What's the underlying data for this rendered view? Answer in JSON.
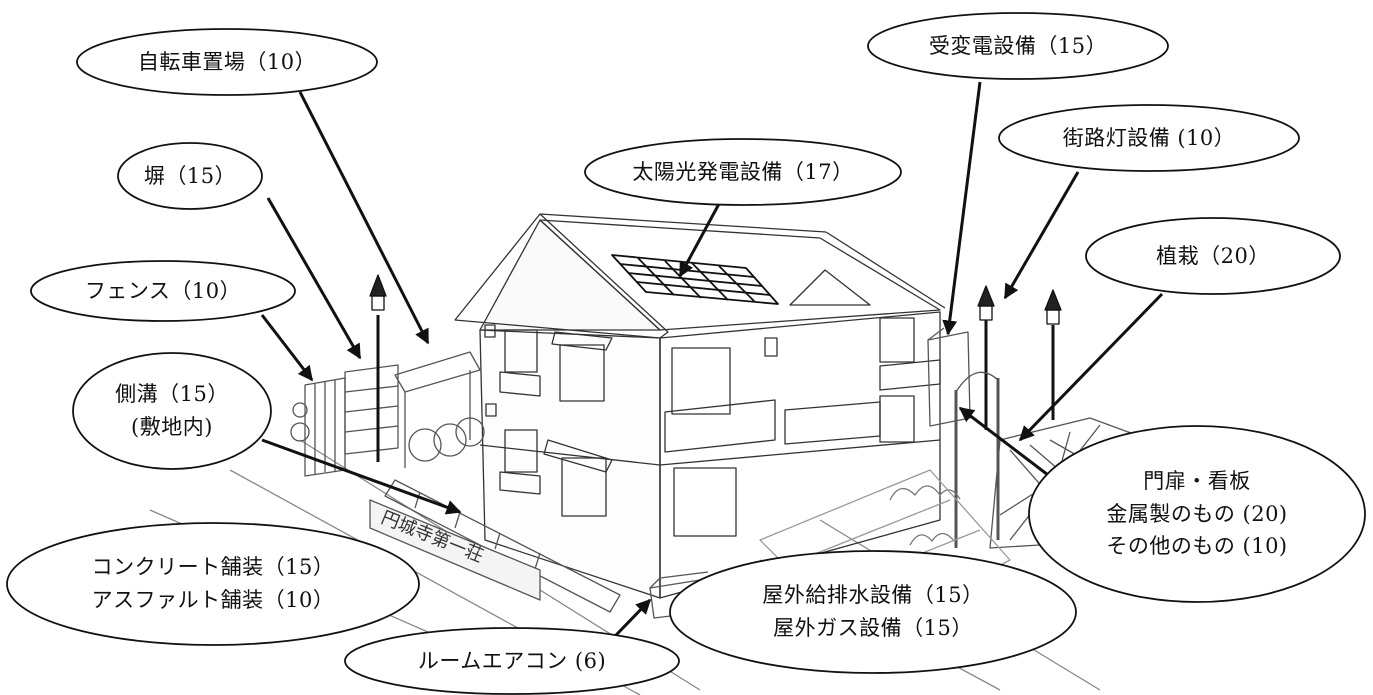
{
  "labels": {
    "bicycle_parking": "自転車置場（10）",
    "fence_wall": "塀（15）",
    "fence": "フェンス（10）",
    "side_ditch_line1": "側溝（15）",
    "side_ditch_line2": "(敷地内)",
    "paving_line1": "コンクリート舗装（15）",
    "paving_line2": "アスファルト舗装（10）",
    "room_aircon": "ルームエアコン (6)",
    "solar_power": "太陽光発電設備（17）",
    "substation": "受変電設備（15）",
    "street_light": "街路灯設備 (10）",
    "planting": "植栽（20）",
    "gate_line1": "門扉・看板",
    "gate_line2": "金属製のもの (20)",
    "gate_line3": "その他のもの (10)",
    "outdoor_plumbing_line1": "屋外給排水設備（15）",
    "outdoor_plumbing_line2": "屋外ガス設備（15）"
  },
  "building_sign": "円城寺第一荘"
}
